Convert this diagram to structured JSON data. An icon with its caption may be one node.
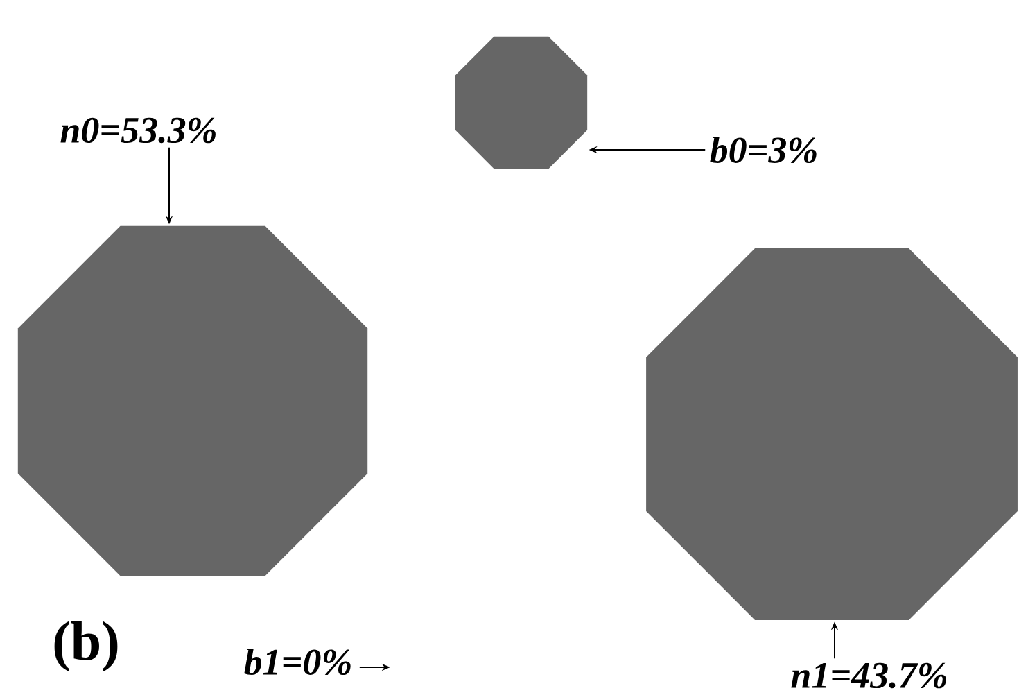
{
  "diagram": {
    "nodes": [
      {
        "text": [],
        "shape": "octagon"
      },
      {
        "text": [
          "n0=53.3%"
        ]
      },
      {
        "text": [
          "b0=3%"
        ]
      },
      {
        "text": [],
        "shape": "octagon"
      },
      {
        "text": [],
        "shape": "octagon"
      },
      {
        "text": [
          "b1=0%"
        ]
      },
      {
        "text": [
          "n1=43.7%"
        ]
      }
    ],
    "edges": [
      {
        "from": 1,
        "to": 3,
        "arrow": "to"
      },
      {
        "from": 2,
        "to": 0,
        "arrow": "to"
      },
      {
        "from": 6,
        "to": 4,
        "arrow": "to"
      },
      {
        "from": 5,
        "to": null,
        "arrow": "to"
      }
    ],
    "labels": [
      "(b)"
    ]
  }
}
